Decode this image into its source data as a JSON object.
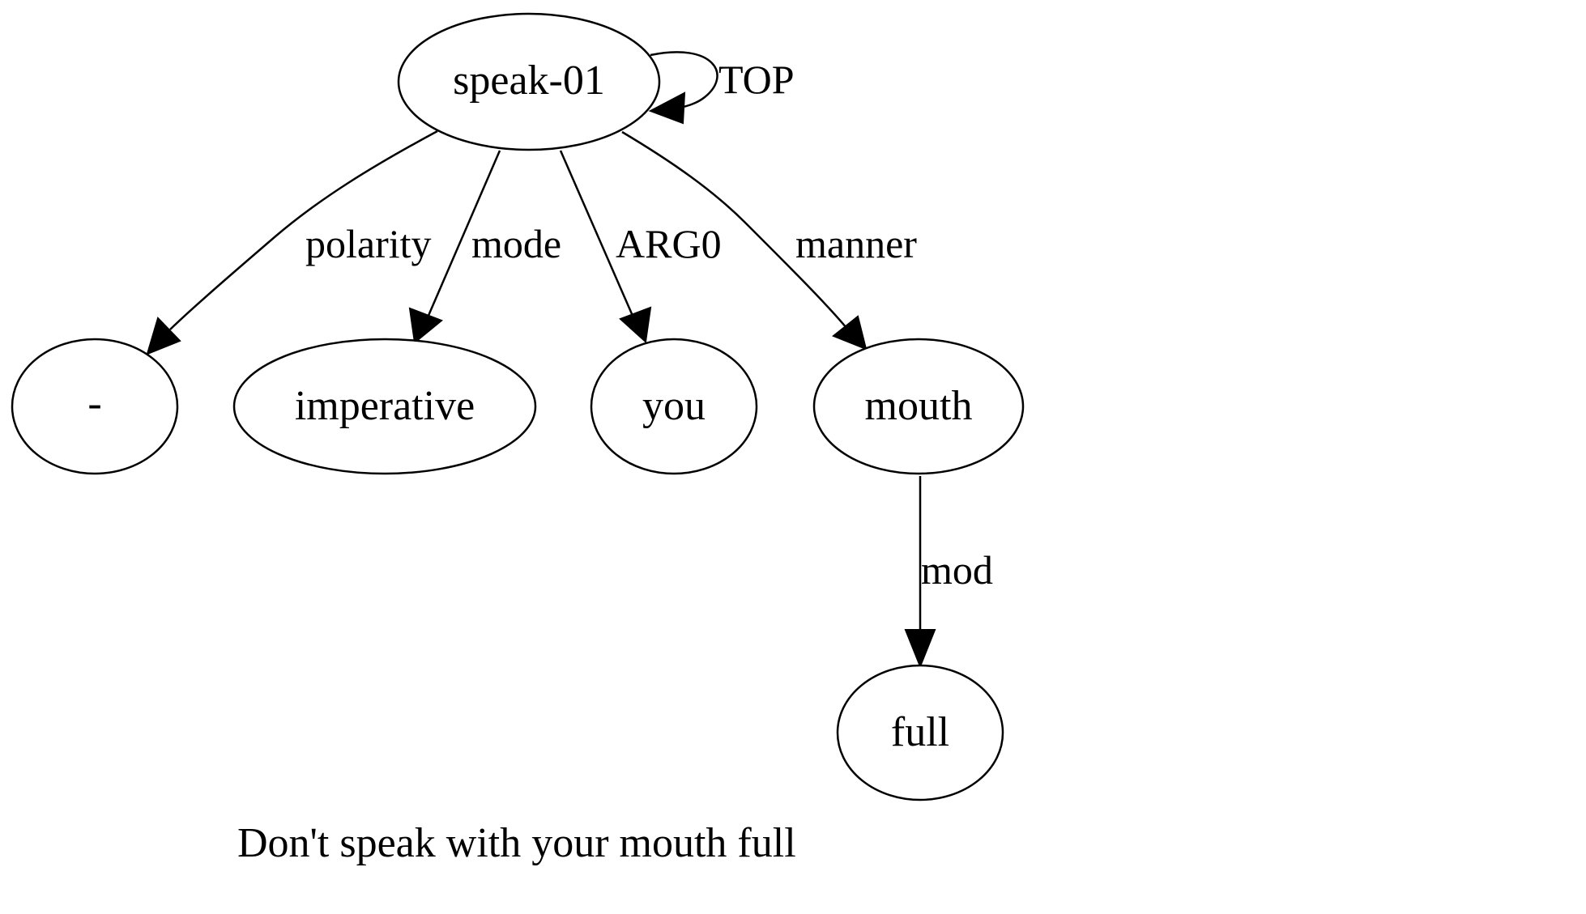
{
  "graph": {
    "nodes": {
      "speak": "speak-01",
      "polarity": "-",
      "imperative": "imperative",
      "you": "you",
      "mouth": "mouth",
      "full": "full"
    },
    "edges": {
      "top": "TOP",
      "polarity": "polarity",
      "mode": "mode",
      "arg0": "ARG0",
      "manner": "manner",
      "mod": "mod"
    },
    "caption": "Don't speak with your mouth full"
  }
}
